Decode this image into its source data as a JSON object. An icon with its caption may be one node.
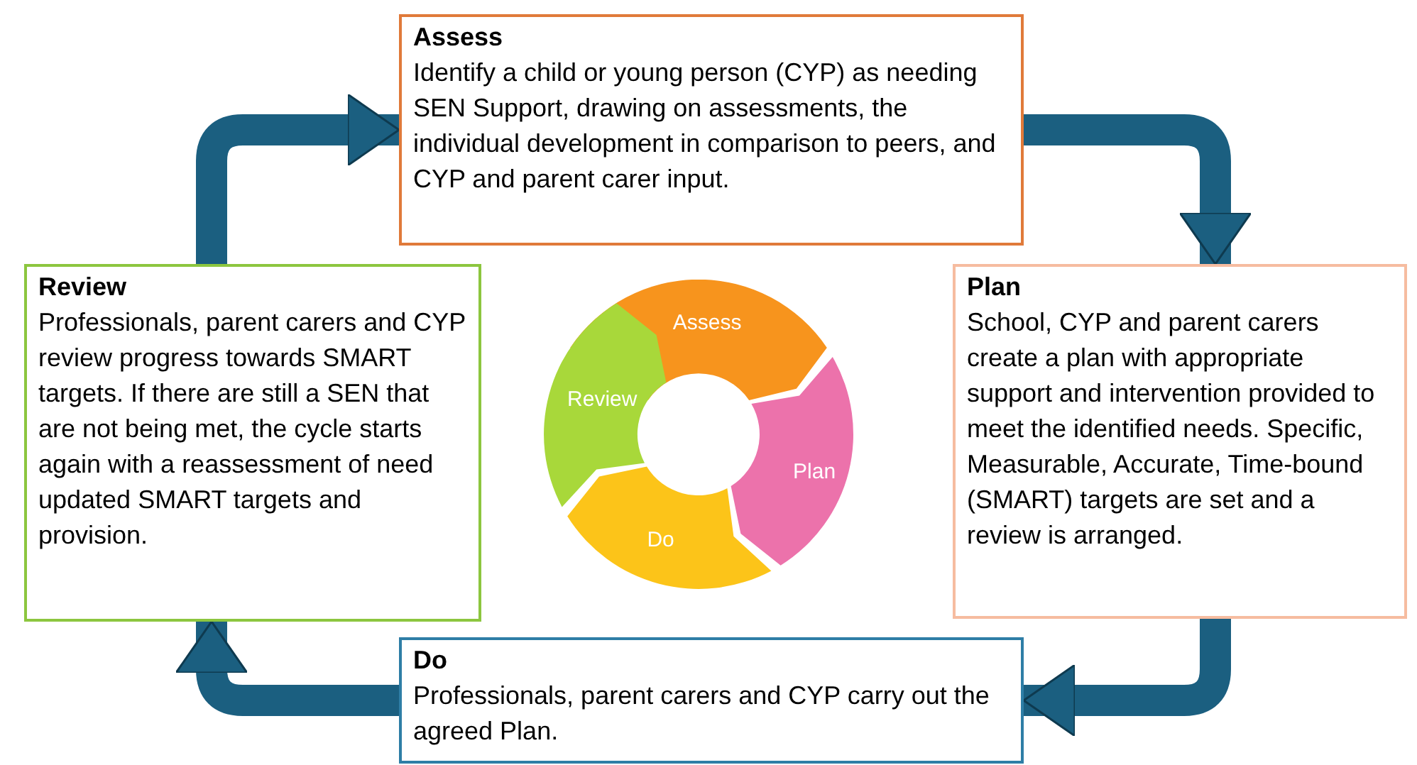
{
  "diagram": {
    "nodes": [
      {
        "text": [
          "Assess",
          "Identify a child or young person (CYP) as needing SEN Support, drawing on assessments, the individual development in comparison to peers, and CYP and parent carer input."
        ]
      },
      {
        "text": [
          "Review",
          "Professionals, parent carers and CYP review progress towards SMART targets. If there are still a SEN that are not being met, the cycle starts again with a reassessment of need updated SMART targets and provision."
        ]
      },
      {
        "text": [
          "Plan",
          "School, CYP and parent carers create a plan with appropriate support and intervention provided to meet the identified needs. Specific, Measurable, Accurate, Time-bound (SMART) targets are set and a review is arranged."
        ]
      },
      {
        "text": [
          "Do",
          "Professionals, parent carers and CYP carry out the agreed Plan."
        ]
      },
      {
        "text": [
          "Assess"
        ]
      },
      {
        "text": [
          "Plan"
        ]
      },
      {
        "text": [
          "Do"
        ]
      },
      {
        "text": [
          "Review"
        ]
      }
    ],
    "edges": [
      {
        "from": 1,
        "to": 0,
        "arrow": "to"
      },
      {
        "from": 0,
        "to": 2,
        "arrow": "to"
      },
      {
        "from": 2,
        "to": 3,
        "arrow": "to"
      },
      {
        "from": 3,
        "to": 1,
        "arrow": "to"
      }
    ]
  }
}
